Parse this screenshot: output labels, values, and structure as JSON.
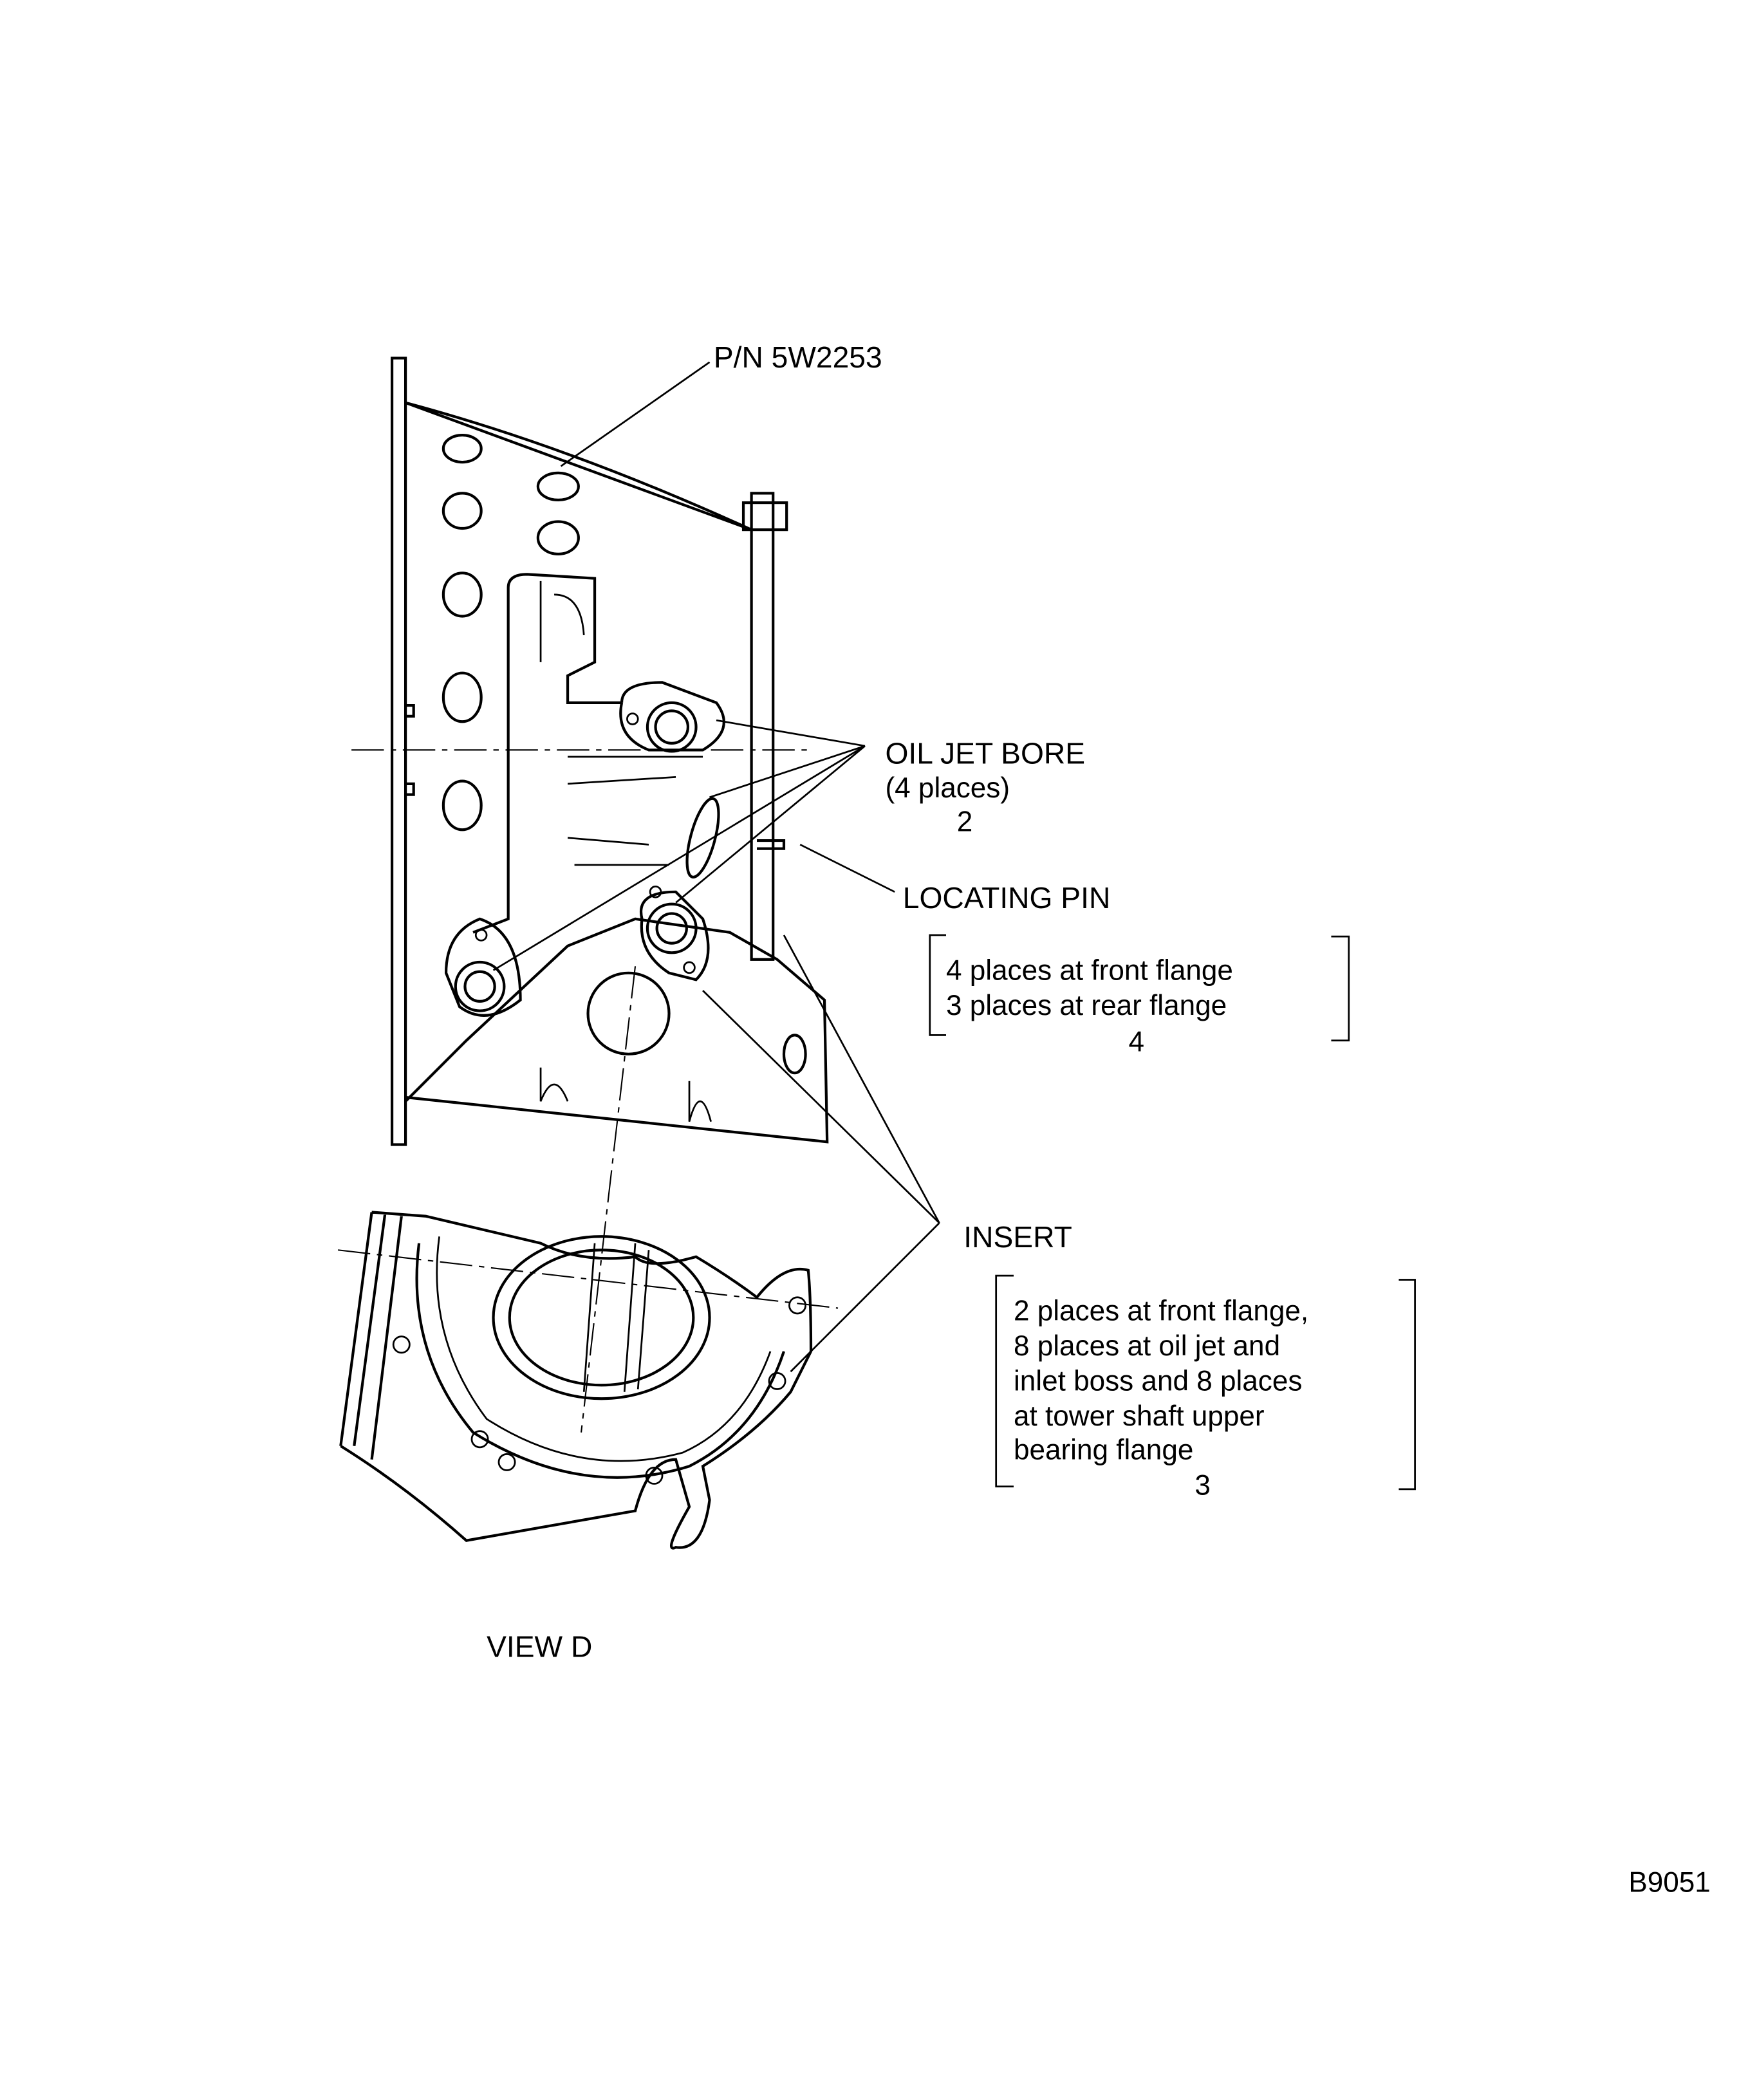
{
  "part_number": "P/N 5W2253",
  "callouts": {
    "oil_jet_bore": {
      "title": "OIL JET BORE",
      "qty": "(4 places)",
      "ref": "2"
    },
    "locating_pin": {
      "title": "LOCATING PIN",
      "lines": [
        "4 places at front flange",
        "3 places at rear flange"
      ],
      "ref": "4"
    },
    "insert": {
      "title": "INSERT",
      "lines": [
        "2 places at front flange,",
        "8 places at oil jet and",
        "inlet boss and 8 places",
        "at tower shaft upper",
        "bearing flange"
      ],
      "ref": "3"
    }
  },
  "view_label": "VIEW D",
  "figure_id": "B9051"
}
